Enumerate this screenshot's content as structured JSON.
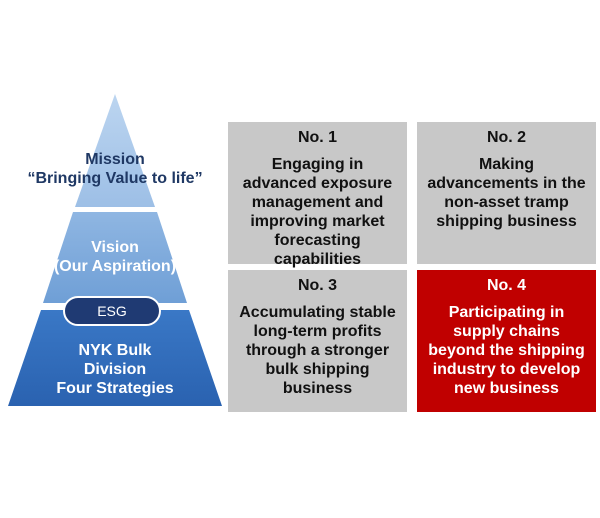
{
  "pyramid": {
    "mission": "Mission “Bringing Value to life”",
    "mission_line1": "Mission",
    "mission_line2": "“Bringing Value to life”",
    "vision_line1": "Vision",
    "vision_line2": "(Our Aspiration)",
    "esg": "ESG",
    "strategies_line1": "NYK Bulk",
    "strategies_line2": "Division",
    "strategies_line3": "Four Strategies",
    "colors": {
      "mission_fill": "#a9c8ea",
      "vision_fill": "#7da9db",
      "strategies_fill": "#2f6fc0",
      "esg_fill": "#1f3a73"
    }
  },
  "strategies": [
    {
      "number": "No. 1",
      "lines": [
        "Engaging in",
        "advanced exposure",
        "management and",
        "improving market",
        "forecasting",
        "capabilities"
      ]
    },
    {
      "number": "No. 2",
      "lines": [
        "Making",
        "advancements in the",
        "non-asset tramp",
        "shipping business"
      ]
    },
    {
      "number": "No. 3",
      "lines": [
        "Accumulating stable",
        "long-term profits",
        "through a stronger",
        "bulk shipping",
        "business"
      ]
    },
    {
      "number": "No. 4",
      "lines": [
        "Participating in",
        "supply chains",
        "beyond the shipping",
        "industry to develop",
        "new business"
      ]
    }
  ]
}
